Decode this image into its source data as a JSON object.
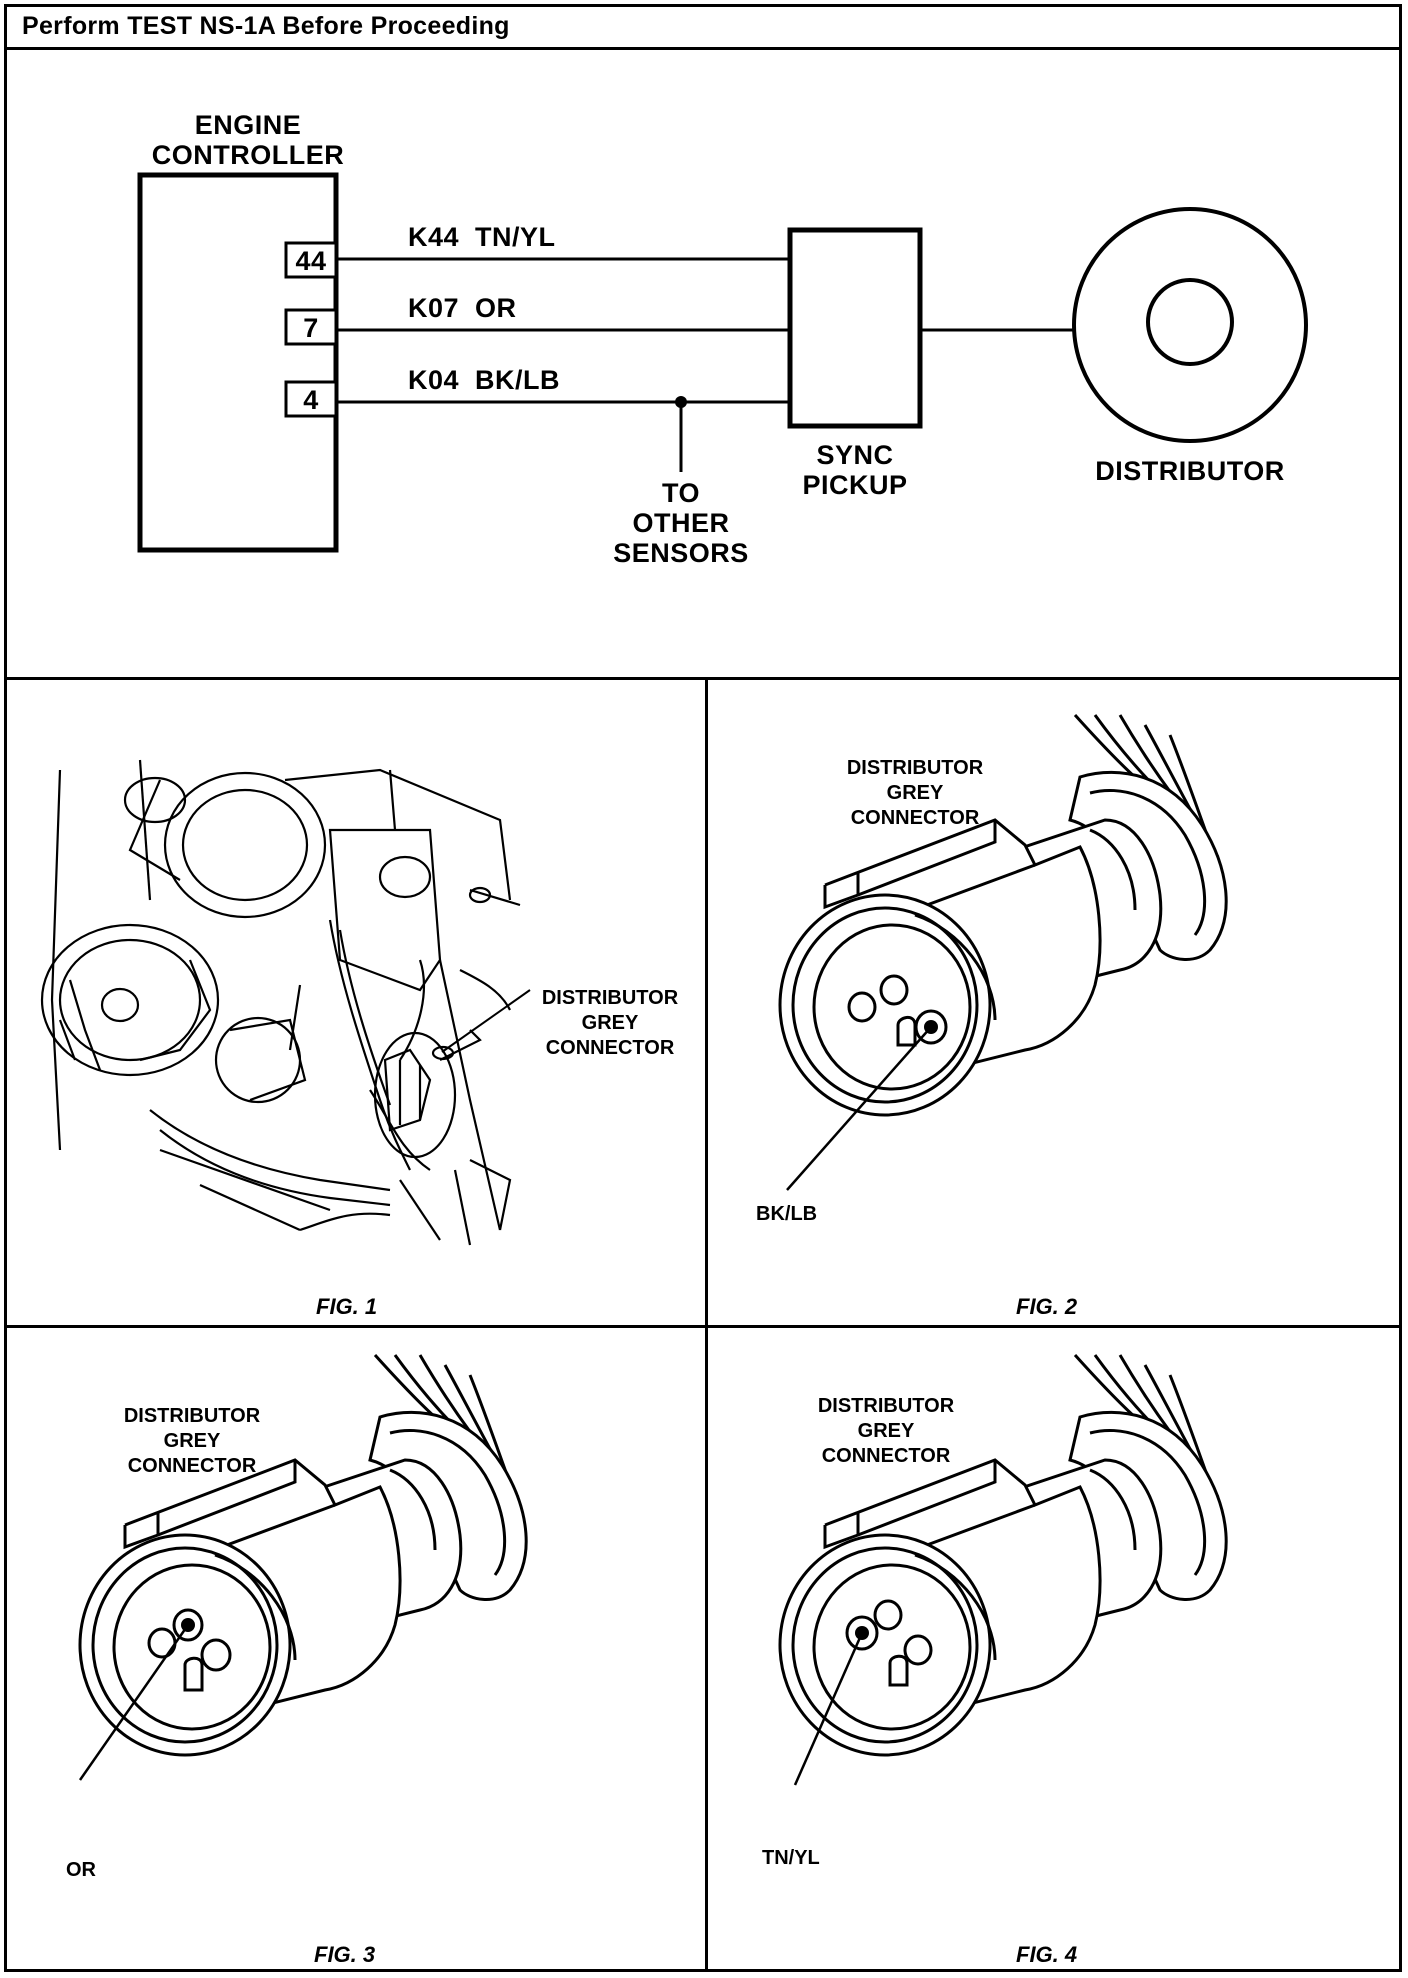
{
  "header": {
    "title": "Perform TEST NS-1A Before Proceeding"
  },
  "schematic": {
    "controller_label": [
      "ENGINE",
      "CONTROLLER"
    ],
    "pins": [
      {
        "pin": "44",
        "wire": "K44  TN/YL"
      },
      {
        "pin": "7",
        "wire": "K07  OR"
      },
      {
        "pin": "4",
        "wire": "K04  BK/LB"
      }
    ],
    "branch_label": [
      "TO",
      "OTHER",
      "SENSORS"
    ],
    "pickup_label": [
      "SYNC",
      "PICKUP"
    ],
    "distributor_label": "DISTRIBUTOR"
  },
  "figures": [
    {
      "caption": "FIG. 1",
      "label": [
        "DISTRIBUTOR",
        "GREY",
        "CONNECTOR"
      ]
    },
    {
      "caption": "FIG. 2",
      "label": [
        "DISTRIBUTOR",
        "GREY",
        "CONNECTOR"
      ],
      "wire": "BK/LB"
    },
    {
      "caption": "FIG. 3",
      "label": [
        "DISTRIBUTOR",
        "GREY",
        "CONNECTOR"
      ],
      "wire": "OR"
    },
    {
      "caption": "FIG. 4",
      "label": [
        "DISTRIBUTOR",
        "GREY",
        "CONNECTOR"
      ],
      "wire": "TN/YL"
    }
  ]
}
